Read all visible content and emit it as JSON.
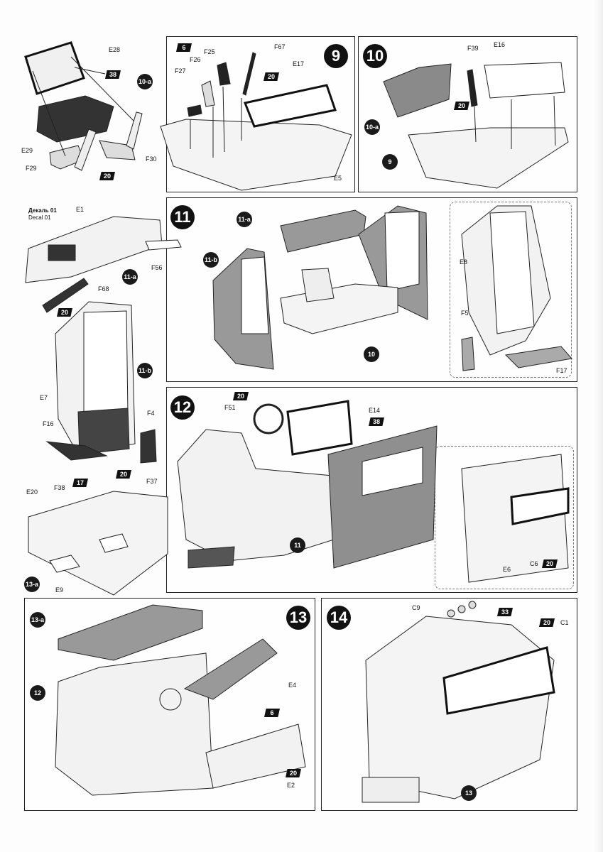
{
  "steps": {
    "s9": "9",
    "s10": "10",
    "s11": "11",
    "s12": "12",
    "s13": "13",
    "s14": "14"
  },
  "refs": {
    "r10a_left": "10-a",
    "r10a_s10": "10-a",
    "r9_s10": "9",
    "r11a_left": "11-a",
    "r11a_s11": "11-a",
    "r11b_left": "11-b",
    "r11b_s11": "11-b",
    "r10_s11": "10",
    "r11_s12": "11",
    "r13a_left": "13-a",
    "r13a_s13": "13-a",
    "r12_s13": "12",
    "r13_s14": "13"
  },
  "parts": {
    "E28": "E28",
    "E29": "E29",
    "F29": "F29",
    "F30": "F30",
    "F27": "F27",
    "F26": "F26",
    "F25": "F25",
    "F67": "F67",
    "E17": "E17",
    "E5": "E5",
    "F39": "F39",
    "E16": "E16",
    "E1": "E1",
    "F56": "F56",
    "F68": "F68",
    "E8": "E8",
    "F5": "F5",
    "F17": "F17",
    "E7": "E7",
    "F4": "F4",
    "F16": "F16",
    "F51": "F51",
    "E14": "E14",
    "E6": "E6",
    "C6": "C6",
    "E20": "E20",
    "F38": "F38",
    "F37": "F37",
    "E9": "E9",
    "E4": "E4",
    "E2": "E2",
    "C9": "C9",
    "C1": "C1"
  },
  "paints": {
    "p38_left": "38",
    "p20_left_a": "20",
    "p6_s9": "6",
    "p20_s9": "20",
    "p20_s10": "20",
    "p20_left_b": "20",
    "p20_left_c": "20",
    "p20_s12": "20",
    "p38_s12": "38",
    "p20_c6": "20",
    "p17_left": "17",
    "p6_s13": "6",
    "p20_s13": "20",
    "p33_s14": "33",
    "p20_s14": "20"
  },
  "decal": {
    "title": "Декаль 01",
    "subtitle": "Decal 01"
  },
  "colors": {
    "ink": "#111111",
    "part_grey": "#9a9a9a",
    "dark_part": "#3a3a3a",
    "light_part": "#e9e9e9"
  }
}
